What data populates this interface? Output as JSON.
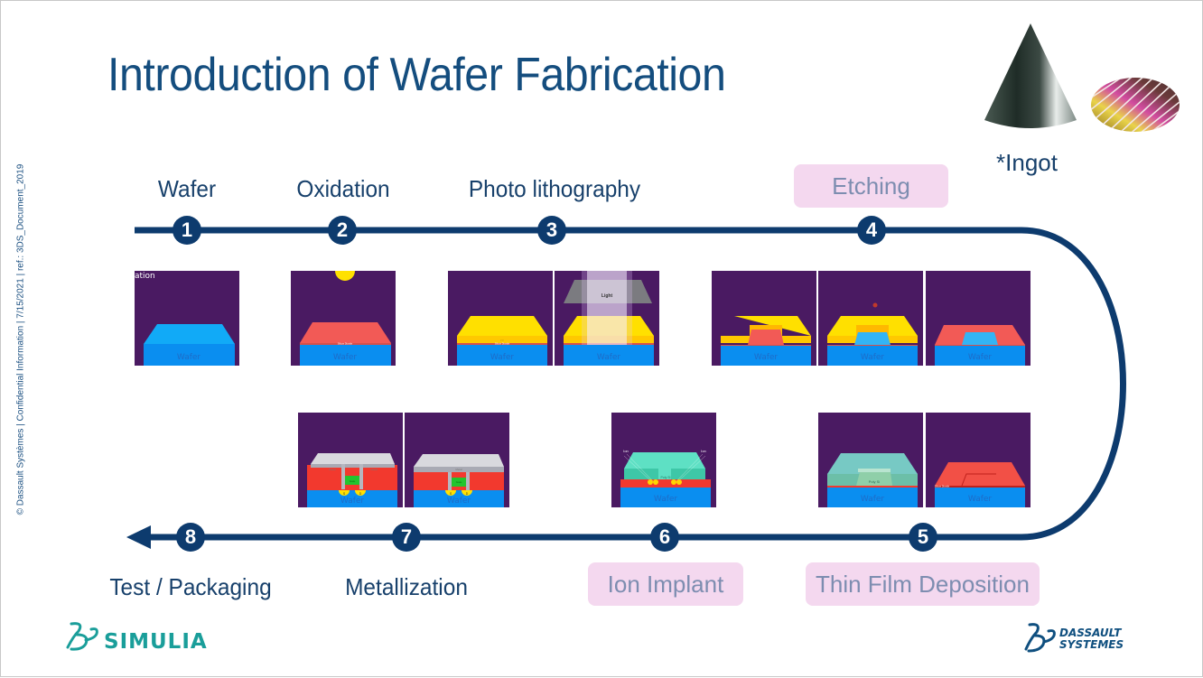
{
  "title": "Introduction of Wafer Fabrication",
  "footer_note": "© Dassault Systèmes | Confidential Information | 7/15/2021 | ref.: 3DS_Document_2019",
  "ingot_label": "*Ingot",
  "steps": [
    {
      "number": "1",
      "label": "Wafer"
    },
    {
      "number": "2",
      "label": "Oxidation"
    },
    {
      "number": "3",
      "label": "Photo lithography"
    },
    {
      "number": "4",
      "label": "Etching"
    },
    {
      "number": "5",
      "label": "Thin Film Deposition"
    },
    {
      "number": "6",
      "label": "Ion Implant"
    },
    {
      "number": "7",
      "label": "Metallization"
    },
    {
      "number": "8",
      "label": "Test / Packaging"
    }
  ],
  "thumb_text": {
    "wafer": "Wafer",
    "oxidation_partial": "ation",
    "pr": "PR",
    "oxide": "Silicon Dioxide",
    "light": "Light",
    "ion": "Ion",
    "poly": "Poly Si",
    "metal": "Metal",
    "gate": "Gate",
    "source": "S",
    "drain": "D"
  },
  "logos": {
    "simulia": "SIMULIA",
    "ds_line1": "DASSAULT",
    "ds_line2": "SYSTEMES"
  },
  "colors": {
    "navy": "#0d3b6e",
    "highlight": "#f4d8ef",
    "thumb_bg": "#4a1a62",
    "wafer": "#0a8ef0",
    "simulia": "#1a9e9a"
  }
}
